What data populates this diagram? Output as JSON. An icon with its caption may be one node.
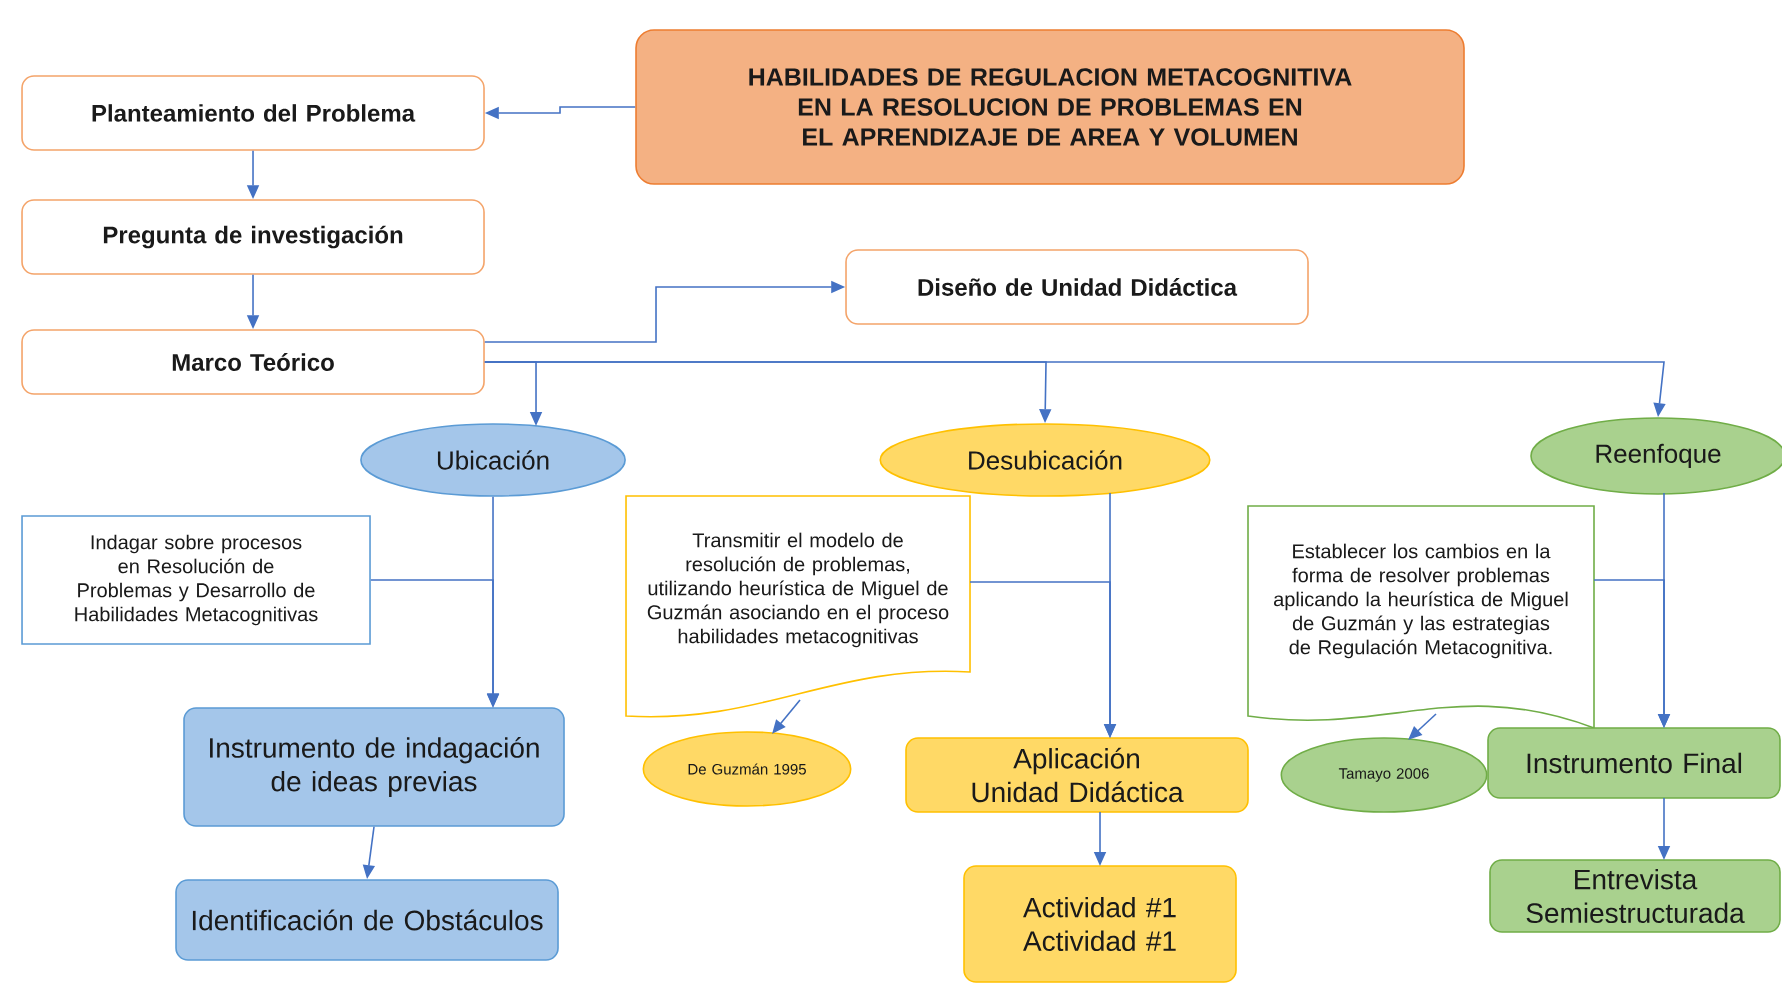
{
  "diagram": {
    "nodes": [
      {
        "text": [
          "HABILIDADES DE REGULACION METACOGNITIVA EN LA RESOLUCION DE PROBLEMAS EN EL APRENDIZAJE DE AREA Y VOLUMEN"
        ]
      },
      {
        "text": [
          "Planteamiento del Problema"
        ]
      },
      {
        "text": [
          "Pregunta de investigación"
        ]
      },
      {
        "text": [
          "Marco Teórico"
        ]
      },
      {
        "text": [
          "Diseño de Unidad Didáctica"
        ]
      },
      {
        "text": [
          "Ubicación"
        ]
      },
      {
        "text": [
          "Desubicación"
        ]
      },
      {
        "text": [
          "Reenfoque"
        ]
      },
      {
        "text": [
          "Indagar sobre procesos en Resolución de Problemas y Desarrollo de Habilidades Metacognitivas"
        ]
      },
      {
        "text": [
          "Transmitir el modelo de resolución de problemas, utilizando heurística de Miguel de Guzmán asociando en el proceso habilidades metacognitivas"
        ]
      },
      {
        "text": [
          "De Guzmán 1995"
        ]
      },
      {
        "text": [
          "Establecer los cambios en la forma de resolver problemas aplicando la heurística de Miguel de Guzmán y las estrategias de Regulación Metacognitiva."
        ]
      },
      {
        "text": [
          "Tamayo 2006"
        ]
      },
      {
        "text": [
          "Instrumento de indagación de ideas previas"
        ]
      },
      {
        "text": [
          "Identificación de Obstáculos"
        ]
      },
      {
        "text": [
          "Aplicación Unidad Didáctica"
        ]
      },
      {
        "text": [
          "Actividad #1 Actividad #1"
        ]
      },
      {
        "text": [
          "Instrumento Final"
        ]
      },
      {
        "text": [
          "Entrevista Semiestructurada"
        ]
      }
    ],
    "edges": [
      {
        "from": 0,
        "to": 1,
        "arrow": "to"
      },
      {
        "from": 1,
        "to": 2,
        "arrow": "to"
      },
      {
        "from": 2,
        "to": 3,
        "arrow": "to"
      },
      {
        "from": 3,
        "to": 4,
        "arrow": "to"
      },
      {
        "from": 3,
        "to": 5,
        "arrow": "to"
      },
      {
        "from": 3,
        "to": 6,
        "arrow": "to"
      },
      {
        "from": 3,
        "to": 7,
        "arrow": "to"
      },
      {
        "from": 5,
        "to": 13,
        "arrow": "to"
      },
      {
        "from": 8,
        "to": 13,
        "arrow": "to"
      },
      {
        "from": 6,
        "to": 15,
        "arrow": "to"
      },
      {
        "from": 9,
        "to": 15,
        "arrow": "to"
      },
      {
        "from": 9,
        "to": 10,
        "arrow": "to"
      },
      {
        "from": 11,
        "to": 12,
        "arrow": "to"
      },
      {
        "from": 7,
        "to": 17,
        "arrow": "to"
      },
      {
        "from": 11,
        "to": 17,
        "arrow": "to"
      },
      {
        "from": 13,
        "to": 14,
        "arrow": "to"
      },
      {
        "from": 15,
        "to": 16,
        "arrow": "to"
      },
      {
        "from": 17,
        "to": 18,
        "arrow": "to"
      }
    ]
  }
}
